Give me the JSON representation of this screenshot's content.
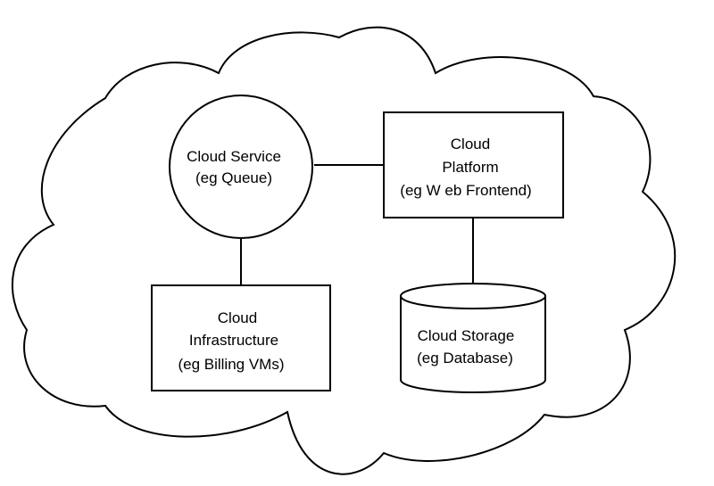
{
  "diagram": {
    "cloud_service": {
      "line1": "Cloud Service",
      "line2": "(eg Queue)"
    },
    "cloud_platform": {
      "line1": "Cloud",
      "line2": "Platform",
      "line3": "(eg W eb Frontend)"
    },
    "cloud_infrastructure": {
      "line1": "Cloud",
      "line2": "Infrastructure",
      "line3": "(eg Billing VMs)"
    },
    "cloud_storage": {
      "line1": "Cloud Storage",
      "line2": "(eg Database)"
    }
  },
  "colors": {
    "stroke": "#000000",
    "fill": "#ffffff",
    "background": "#ffffff"
  }
}
